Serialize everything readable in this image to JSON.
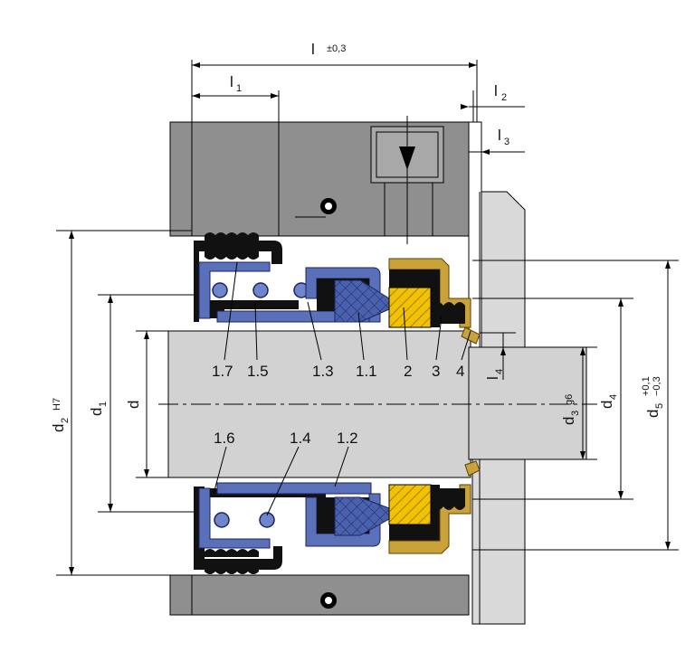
{
  "dimensions": {
    "l": "l",
    "l_tol": "±0,3",
    "l1": "l",
    "l1_sub": "1",
    "l2": "l",
    "l2_sub": "2",
    "l3": "l",
    "l3_sub": "3",
    "l4": "l",
    "l4_sub": "4",
    "d": "d",
    "d1": "d",
    "d1_sub": "1",
    "d2": "d",
    "d2_sub": "2",
    "d2_tol": "H7",
    "d3": "d",
    "d3_sub": "3",
    "d3_tol": "g6",
    "d4": "d",
    "d4_sub": "4",
    "d5": "d",
    "d5_sub": "5",
    "d5_tol_upper": "+0,1",
    "d5_tol_lower": "−0,3"
  },
  "parts_top": [
    "1.7",
    "1.5",
    "1.3",
    "1.1",
    "2",
    "3",
    "4"
  ],
  "parts_bottom": [
    "1.6",
    "1.4",
    "1.2"
  ],
  "colors": {
    "housing": "#8f8f8f",
    "shaft": "#d2d2d2",
    "seat_face": "#f2c200",
    "bellows": "#5a70b8",
    "elastomer": "#111111",
    "metal_case": "#b98f2a"
  }
}
